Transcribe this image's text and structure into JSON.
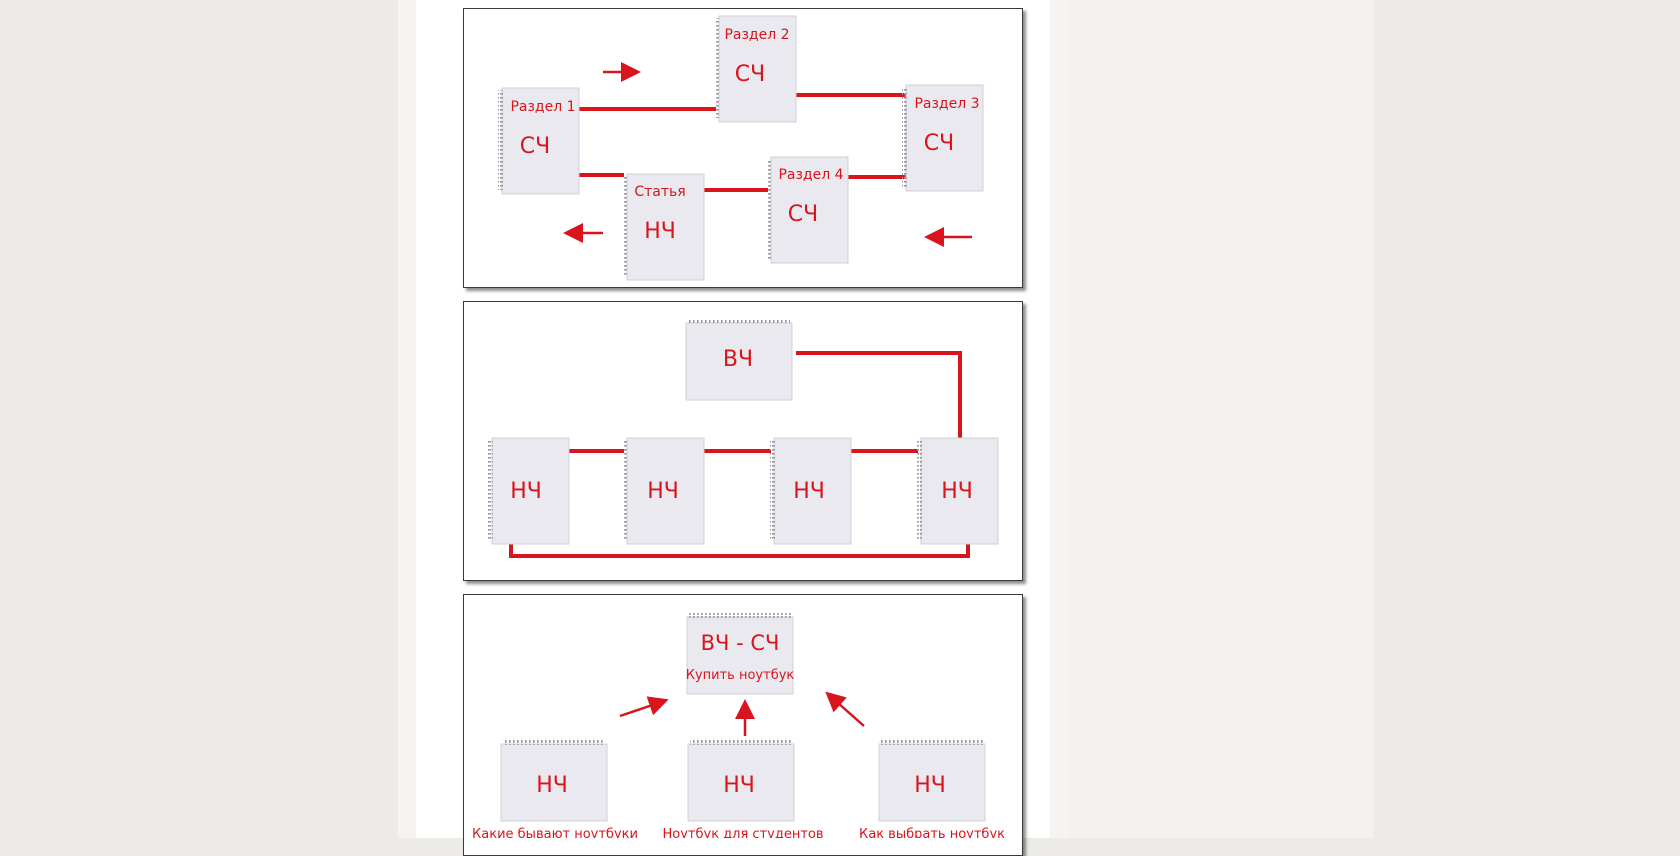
{
  "colors": {
    "accent": "#d8151c",
    "page_background": "#ecebe8"
  },
  "diagram_1": {
    "nodes": {
      "section1": {
        "title": "Раздел 1",
        "label": "СЧ"
      },
      "section2": {
        "title": "Раздел 2",
        "label": "СЧ"
      },
      "section3": {
        "title": "Раздел 3",
        "label": "СЧ"
      },
      "section4": {
        "title": "Раздел 4",
        "label": "СЧ"
      },
      "article": {
        "title": "Статья",
        "label": "НЧ"
      }
    }
  },
  "diagram_2": {
    "top": {
      "label": "ВЧ"
    },
    "bottom": [
      {
        "label": "НЧ"
      },
      {
        "label": "НЧ"
      },
      {
        "label": "НЧ"
      },
      {
        "label": "НЧ"
      }
    ]
  },
  "diagram_3": {
    "top": {
      "label": "ВЧ - СЧ",
      "caption": "Купить ноутбук"
    },
    "bottom": [
      {
        "label": "НЧ",
        "caption": "Какие бывают ноутбуки"
      },
      {
        "label": "НЧ",
        "caption": "Ноутбук для студентов"
      },
      {
        "label": "НЧ",
        "caption": "Как выбрать ноутбук"
      }
    ]
  }
}
